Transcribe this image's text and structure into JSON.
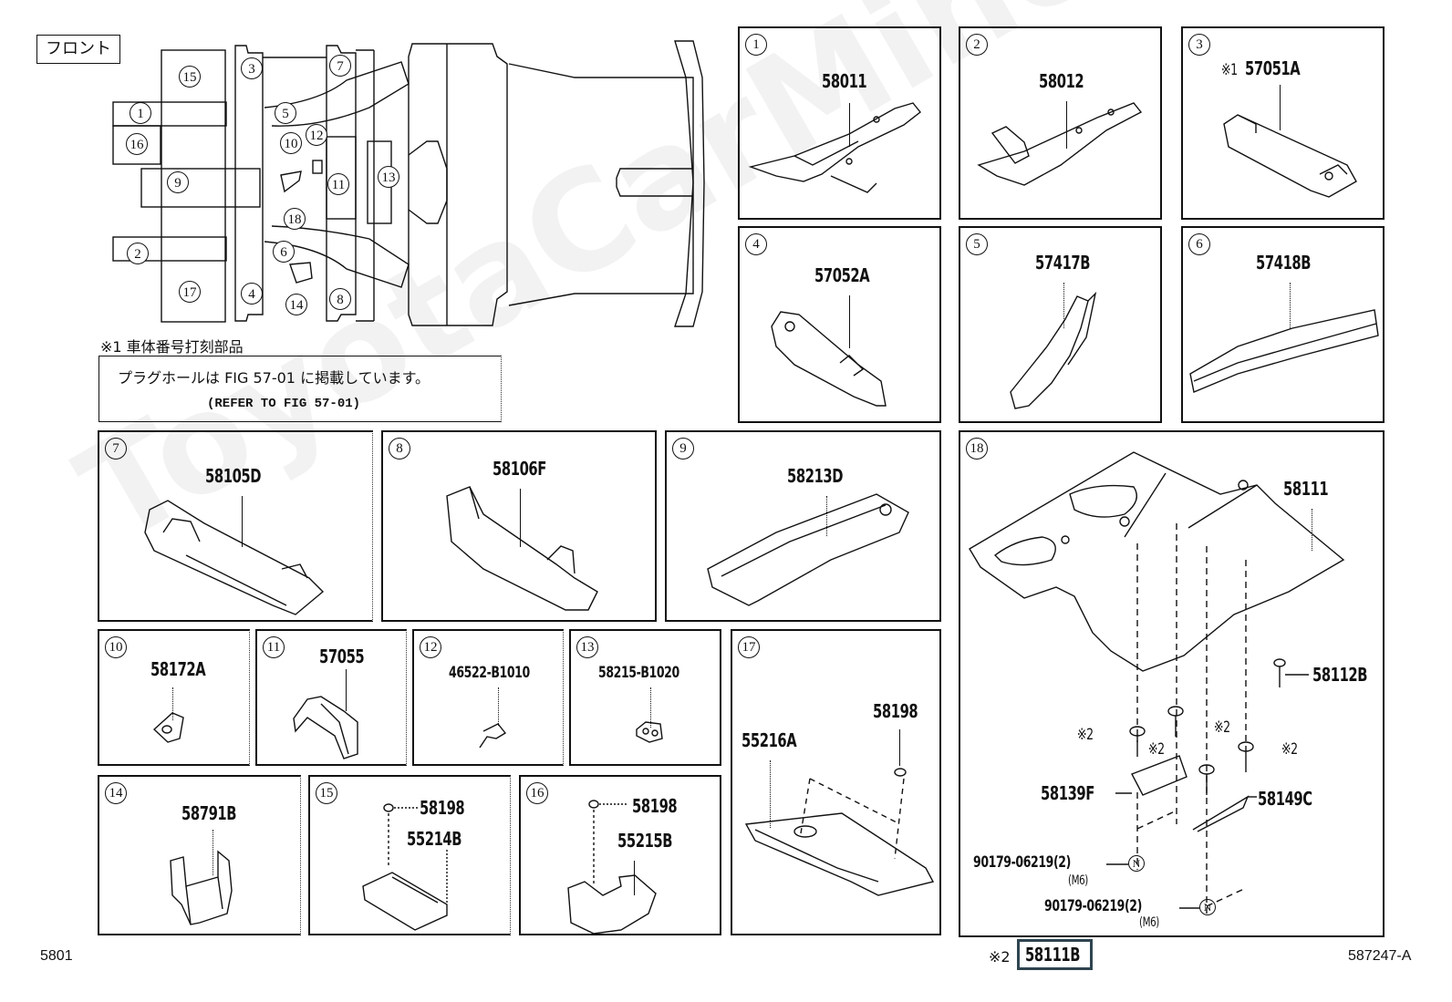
{
  "overview": {
    "front_label": "フロント",
    "callouts": [
      "1",
      "2",
      "3",
      "4",
      "5",
      "6",
      "7",
      "8",
      "9",
      "10",
      "11",
      "12",
      "13",
      "14",
      "15",
      "16",
      "17",
      "18"
    ]
  },
  "notes": {
    "footnote1": "※1 車体番号打刻部品",
    "plug_hole_jp": "プラグホールは FIG 57-01 に掲載しています。",
    "plug_hole_en": "(REFER TO FIG 57-01)"
  },
  "panels": [
    {
      "ref": "1",
      "parts": [
        "58011"
      ]
    },
    {
      "ref": "2",
      "parts": [
        "58012"
      ]
    },
    {
      "ref": "3",
      "prefix": "※1",
      "parts": [
        "57051A"
      ]
    },
    {
      "ref": "4",
      "parts": [
        "57052A"
      ]
    },
    {
      "ref": "5",
      "parts": [
        "57417B"
      ]
    },
    {
      "ref": "6",
      "parts": [
        "57418B"
      ]
    },
    {
      "ref": "7",
      "parts": [
        "58105D"
      ]
    },
    {
      "ref": "8",
      "parts": [
        "58106F"
      ]
    },
    {
      "ref": "9",
      "parts": [
        "58213D"
      ]
    },
    {
      "ref": "10",
      "parts": [
        "58172A"
      ]
    },
    {
      "ref": "11",
      "parts": [
        "57055"
      ]
    },
    {
      "ref": "12",
      "parts": [
        "46522-B1010"
      ]
    },
    {
      "ref": "13",
      "parts": [
        "58215-B1020"
      ]
    },
    {
      "ref": "14",
      "parts": [
        "58791B"
      ]
    },
    {
      "ref": "15",
      "parts": [
        "58198",
        "55214B"
      ]
    },
    {
      "ref": "16",
      "parts": [
        "58198",
        "55215B"
      ]
    },
    {
      "ref": "17",
      "parts": [
        "58198",
        "55216A"
      ]
    },
    {
      "ref": "18",
      "parts": [
        "58111",
        "58112B",
        "58139F",
        "58149C",
        "90179-06219(2)",
        "90179-06219(2)"
      ],
      "bolt_note": "※2",
      "size_note": "(M6)",
      "nut_symbol": "N"
    }
  ],
  "footer": {
    "page_code": "5801",
    "fig_code": "587247-A",
    "selected_prefix": "※2",
    "selected_part": "58111B"
  }
}
